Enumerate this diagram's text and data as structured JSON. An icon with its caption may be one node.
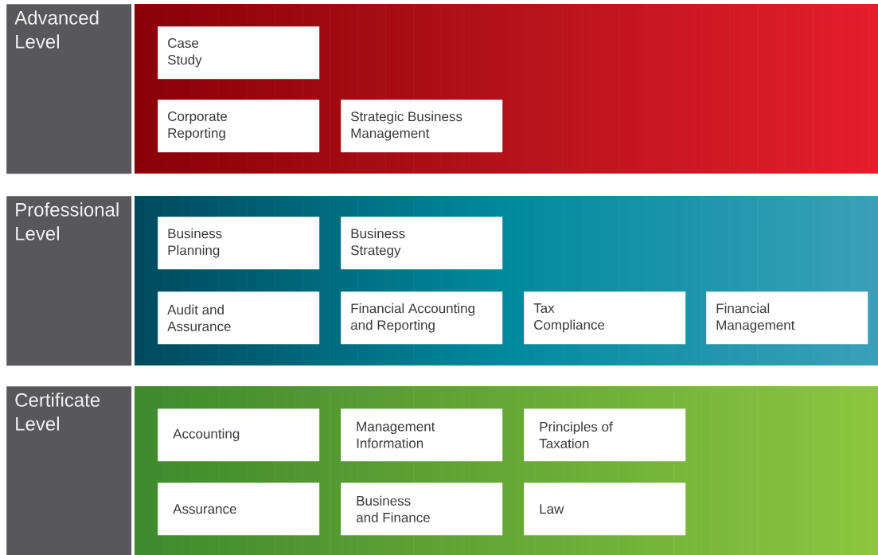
{
  "diagram": {
    "nodes": [
      {
        "text": [
          "Advanced Level"
        ]
      },
      {
        "text": [],
        "shape": "box"
      },
      {
        "text": [
          "Case Study"
        ],
        "in": 1
      },
      {
        "text": [
          "Corporate Reporting"
        ],
        "in": 1
      },
      {
        "text": [
          "Strategic Business Management"
        ],
        "in": 1
      },
      {
        "text": [
          "Professional Level"
        ]
      },
      {
        "text": [],
        "shape": "box"
      },
      {
        "text": [
          "Business Planning"
        ],
        "in": 6
      },
      {
        "text": [
          "Business Strategy"
        ],
        "in": 6
      },
      {
        "text": [
          "Audit and Assurance"
        ],
        "in": 6
      },
      {
        "text": [
          "Financial Accounting and Reporting"
        ],
        "in": 6
      },
      {
        "text": [
          "Tax Compliance"
        ],
        "in": 6
      },
      {
        "text": [
          "Financial Management"
        ],
        "in": 6
      },
      {
        "text": [
          "Certificate Level"
        ]
      },
      {
        "text": [],
        "shape": "box"
      },
      {
        "text": [
          "Accounting"
        ],
        "in": 14
      },
      {
        "text": [
          "Management Information"
        ],
        "in": 14
      },
      {
        "text": [
          "Principles of Taxation"
        ],
        "in": 14
      },
      {
        "text": [
          "Assurance"
        ],
        "in": 14
      },
      {
        "text": [
          "Business and Finance"
        ],
        "in": 14
      },
      {
        "text": [
          "Law"
        ],
        "in": 14
      }
    ]
  }
}
